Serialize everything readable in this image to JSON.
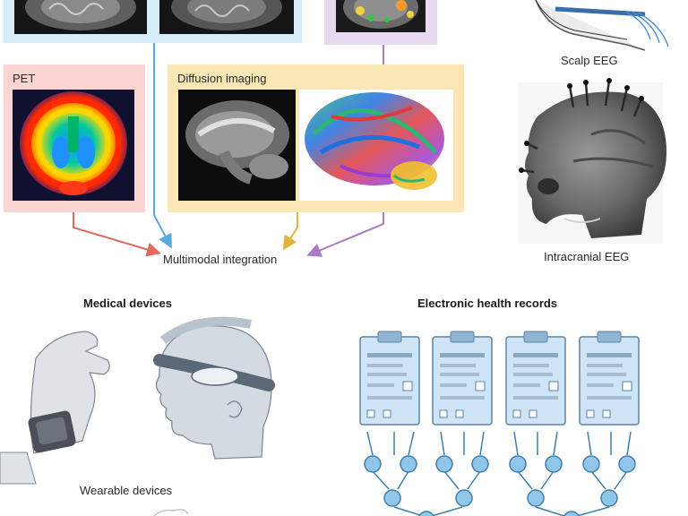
{
  "imaging": {
    "pet_label": "PET",
    "diffusion_label": "Diffusion imaging",
    "integration_label": "Multimodal integration"
  },
  "eeg": {
    "scalp_label": "Scalp EEG",
    "intracranial_label": "Intracranial EEG"
  },
  "devices": {
    "title": "Medical devices",
    "wearable_label": "Wearable devices"
  },
  "records": {
    "title": "Electronic health records",
    "clipboard_count": 4
  },
  "colors": {
    "mri_panel": "#d6ecf8",
    "fmri_panel": "#e7d9ef",
    "pet_panel": "#fbd5d2",
    "diffusion_panel": "#fbe7b6",
    "pet_arrow": "#e06a5e",
    "mri_arrow": "#5aa9dc",
    "diffusion_arrow": "#e3b33a",
    "fmri_arrow": "#a77cc4",
    "node_fill": "#8fc6ea",
    "node_stroke": "#3f7fb0"
  }
}
